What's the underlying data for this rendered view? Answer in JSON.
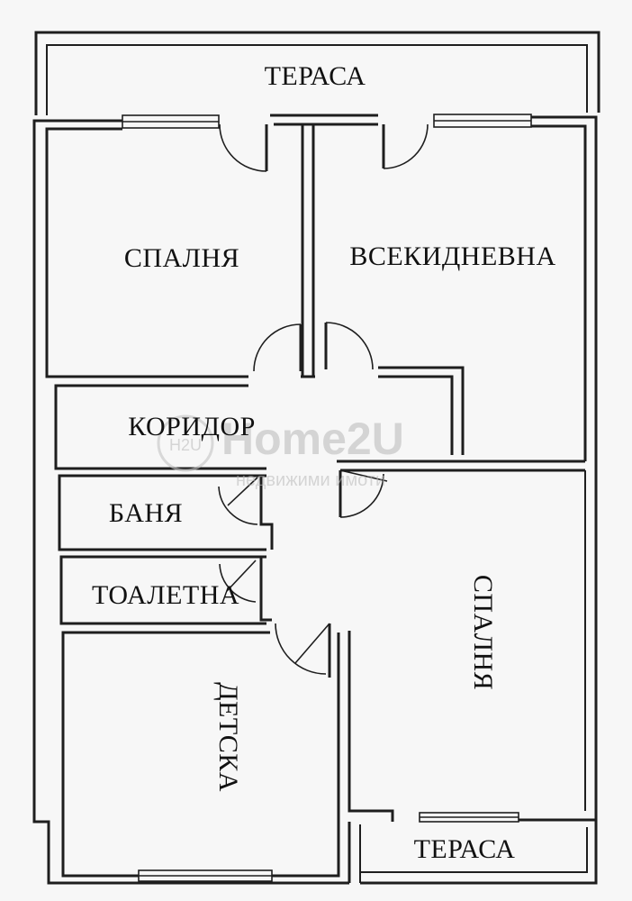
{
  "rooms": {
    "terrace_top": "ТЕРАСА",
    "bedroom_top": "СПАЛНЯ",
    "living_room": "ВСЕКИДНЕВНА",
    "corridor": "КОРИДОР",
    "bathroom": "БАНЯ",
    "toilet": "ТОАЛЕТНА",
    "kids_room": "ДЕТСКА",
    "bedroom_right": "СПАЛНЯ",
    "terrace_bottom": "ТЕРАСА"
  },
  "watermark": {
    "brand": "Home2U",
    "tagline": "недвижими имоти",
    "badge": "H2U"
  }
}
